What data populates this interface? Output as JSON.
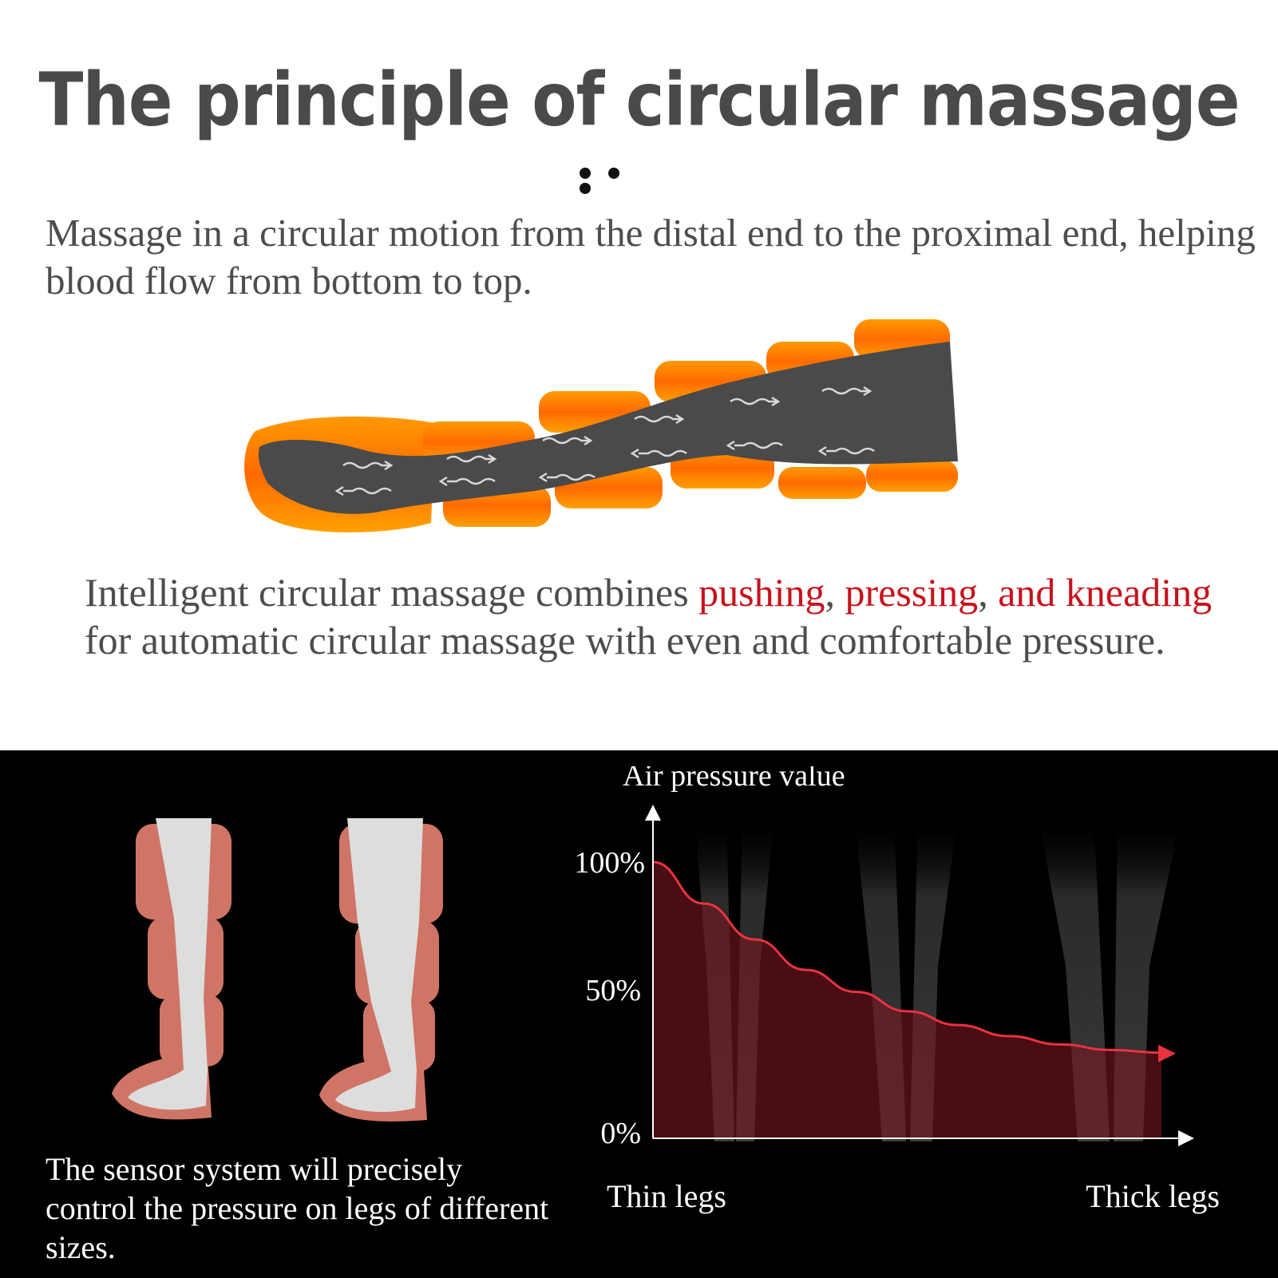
{
  "title": "The principle of circular massage",
  "intro": "Massage in a circular motion from the distal end to the proximal end, helping blood flow from bottom to top.",
  "description": {
    "part1": "Intelligent circular massage combines ",
    "highlight1": "pushing",
    "sep1": ", ",
    "highlight2": "pressing",
    "sep2": ", ",
    "highlight3": "and kneading",
    "part2": " for automatic circular massage with even and comfortable pressure."
  },
  "sensor_text": "The sensor system will precisely control the pressure on legs of different sizes.",
  "colors": {
    "title": "#4a4a4a",
    "highlight": "#c8121c",
    "orange": "#ff7a00",
    "pad": "#d07566",
    "curve": "#e8333f"
  },
  "chart_data": {
    "type": "line",
    "title": "",
    "ylabel": "Air pressure value",
    "xlabel_left": "Thin legs",
    "xlabel_right": "Thick legs",
    "ytick_labels": [
      "100%",
      "50%",
      "0%"
    ],
    "ylim": [
      0,
      100
    ],
    "series": [
      {
        "x": [
          0,
          0.1,
          0.2,
          0.3,
          0.4,
          0.5,
          0.6,
          0.7,
          0.8,
          0.9,
          1.0
        ],
        "values": [
          100,
          85,
          72,
          61,
          53,
          46,
          41,
          37,
          34,
          32,
          31
        ]
      }
    ]
  }
}
